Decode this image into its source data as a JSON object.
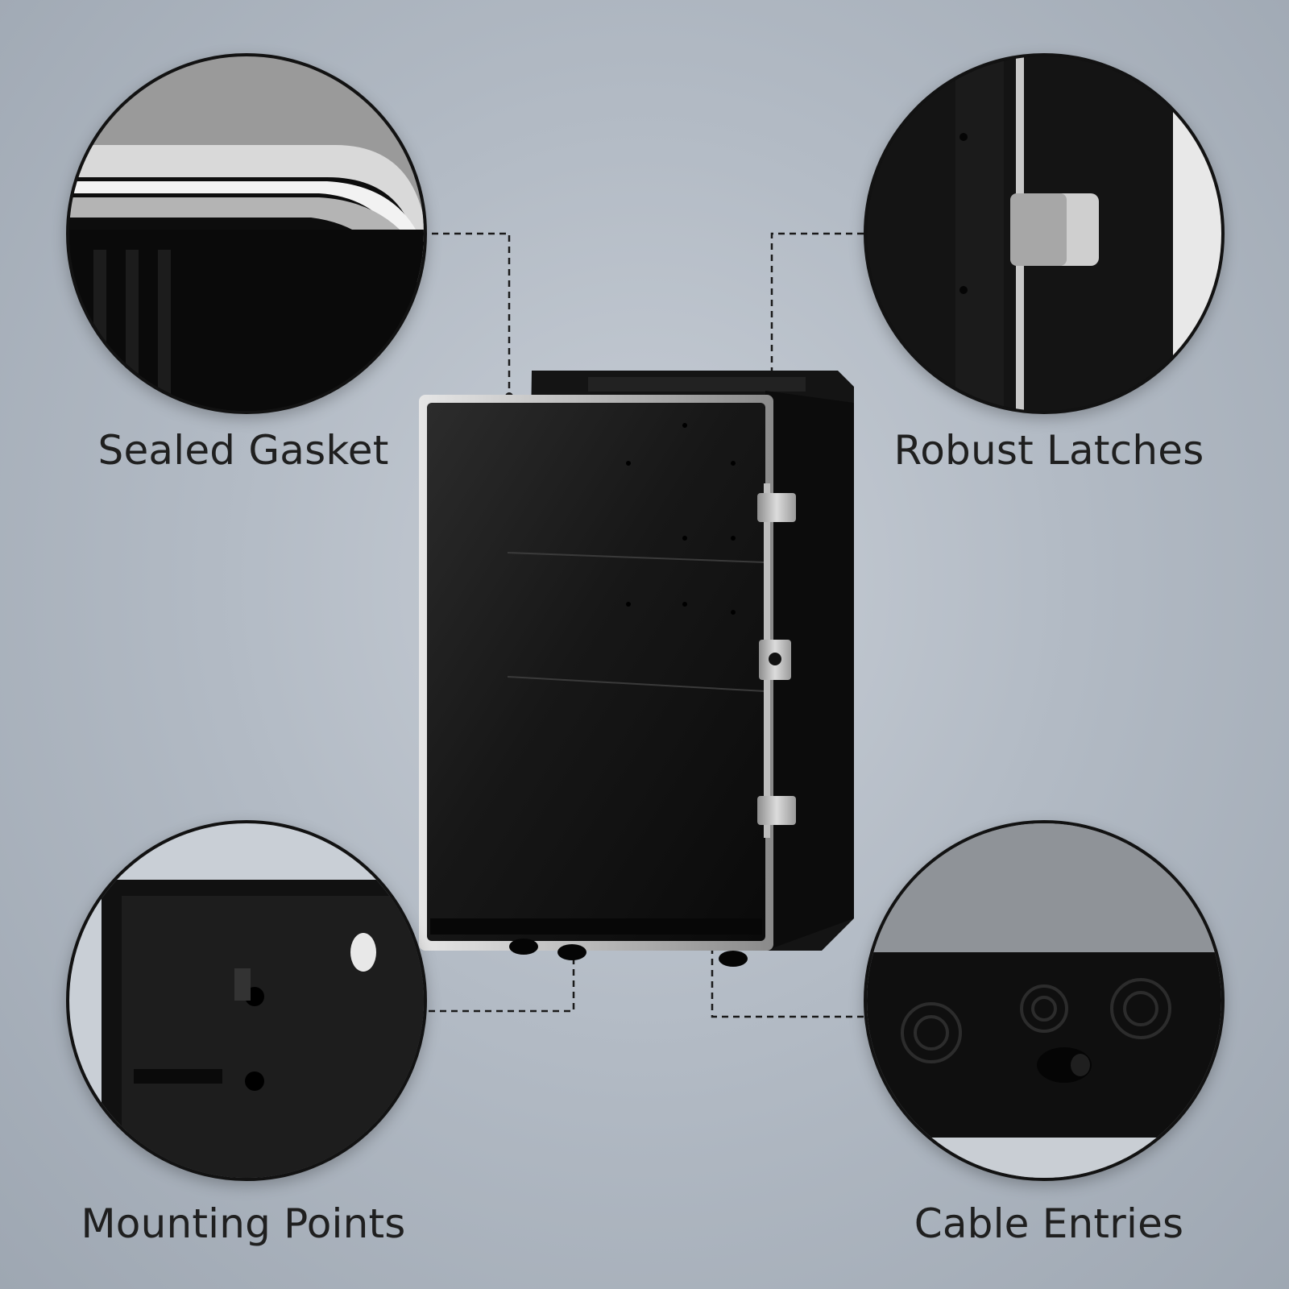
{
  "features": {
    "sealed_gasket": {
      "label": "Sealed Gasket",
      "icon": "gasket-closeup-icon"
    },
    "robust_latches": {
      "label": "Robust Latches",
      "icon": "latch-closeup-icon"
    },
    "mounting_points": {
      "label": "Mounting Points",
      "icon": "mounting-closeup-icon"
    },
    "cable_entries": {
      "label": "Cable Entries",
      "icon": "cable-entry-closeup-icon"
    }
  },
  "colors": {
    "background": "#b3bbc5",
    "enclosure_body": "#111111",
    "label_text": "#1f1f1f",
    "connector_line": "#1a1a1a"
  }
}
